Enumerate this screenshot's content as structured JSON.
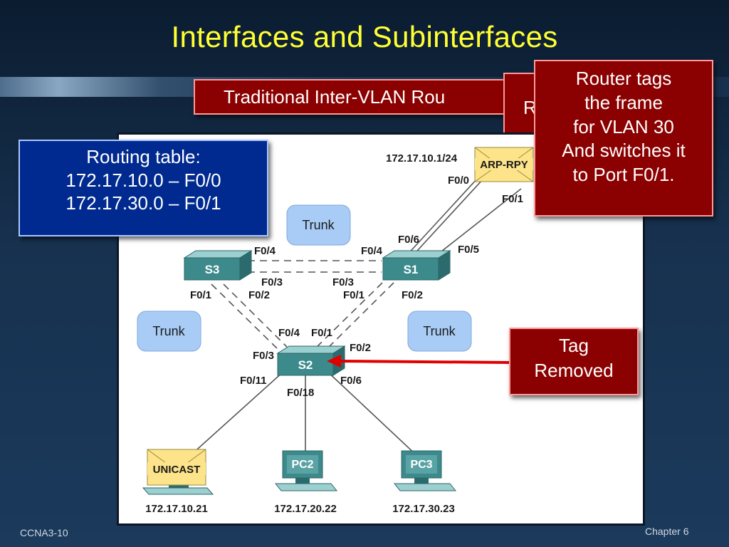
{
  "slide": {
    "title": "Interfaces and Subinterfaces",
    "banner": "Traditional Inter-VLAN Rou",
    "hidden_box_fragment": "R",
    "router_tags_box": [
      "Router tags",
      "the frame",
      "for VLAN 30",
      "And switches it",
      "to Port F0/1."
    ],
    "routing_table_box": [
      "Routing table:",
      "172.17.10.0 – F0/0",
      "172.17.30.0 – F0/1"
    ],
    "tag_removed_box": [
      "Tag",
      "Removed"
    ],
    "footer_left": "CCNA3-10",
    "footer_right": "Chapter 6"
  },
  "diagram": {
    "router_ip": "172.17.10.1/24",
    "router_ports": [
      "F0/0",
      "F0/1"
    ],
    "arp_envelope": "ARP-RPY",
    "trunk_labels": [
      "Trunk",
      "Trunk",
      "Trunk"
    ],
    "switches": {
      "s1": "S1",
      "s2": "S2",
      "s3": "S3"
    },
    "port_labels": {
      "s1_f06": "F0/6",
      "s1_f05": "F0/5",
      "s1_f04": "F0/4",
      "s1_f03": "F0/3",
      "s1_f01": "F0/1",
      "s1_f02": "F0/2",
      "s3_f04": "F0/4",
      "s3_f03": "F0/3",
      "s3_f01": "F0/1",
      "s3_f02": "F0/2",
      "s2_f04": "F0/4",
      "s2_f01": "F0/1",
      "s2_f02": "F0/2",
      "s2_f03": "F0/3",
      "s2_f011": "F0/11",
      "s2_f018": "F0/18",
      "s2_f06": "F0/6"
    },
    "pcs": [
      {
        "label": "UNICAST",
        "ip": "172.17.10.21"
      },
      {
        "label": "PC2",
        "ip": "172.17.20.22"
      },
      {
        "label": "PC3",
        "ip": "172.17.30.23"
      }
    ]
  },
  "colors": {
    "title": "#ffff33",
    "red_box": "#8b0000",
    "blue_box": "#002a8f",
    "trunk_fill": "#a8ccf5",
    "switch_fill": "#3d8a8c",
    "arrow": "#e00000"
  }
}
